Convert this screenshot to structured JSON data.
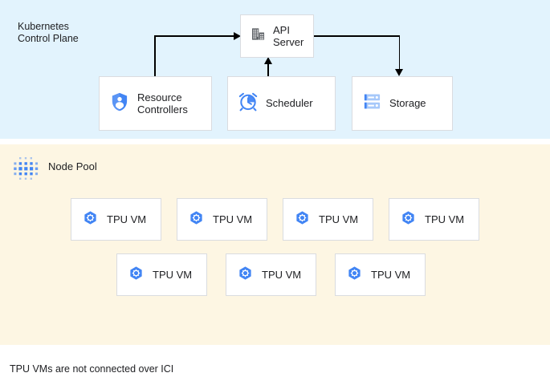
{
  "diagram": {
    "caption": "TPU VMs are not connected over ICI",
    "colors": {
      "control_plane_bg": "#e2f3fd",
      "node_pool_bg": "#fdf6e3",
      "box_bg": "#ffffff",
      "box_border": "#dadce0",
      "accent_blue": "#4285f4",
      "icon_gray": "#5f6368",
      "connector": "#000000",
      "text": "#202124"
    }
  },
  "control_plane": {
    "title": "Kubernetes\nControl Plane",
    "nodes": {
      "api_server": {
        "label": "API\nServer",
        "icon": "building-icon"
      },
      "resource_controllers": {
        "label": "Resource\nControllers",
        "icon": "shield-user-icon"
      },
      "scheduler": {
        "label": "Scheduler",
        "icon": "alarm-clock-icon"
      },
      "storage": {
        "label": "Storage",
        "icon": "server-rack-icon"
      }
    },
    "connectors": [
      {
        "from": "resource_controllers",
        "to": "api_server",
        "style": "up-then-right",
        "arrow": "right"
      },
      {
        "from": "api_server",
        "to": "storage",
        "style": "right-then-down",
        "arrow": "down"
      },
      {
        "from": "scheduler",
        "to": "api_server",
        "style": "up",
        "arrow": "up"
      }
    ]
  },
  "node_pool": {
    "title": "Node Pool",
    "icon": "dot-matrix-icon",
    "vm_label": "TPU VM",
    "vm_icon": "gke-node-hexagon-icon",
    "rows": [
      {
        "count": 4,
        "vms": [
          {
            "label": "TPU VM"
          },
          {
            "label": "TPU VM"
          },
          {
            "label": "TPU VM"
          },
          {
            "label": "TPU VM"
          }
        ]
      },
      {
        "count": 3,
        "vms": [
          {
            "label": "TPU VM"
          },
          {
            "label": "TPU VM"
          },
          {
            "label": "TPU VM"
          }
        ]
      }
    ]
  }
}
